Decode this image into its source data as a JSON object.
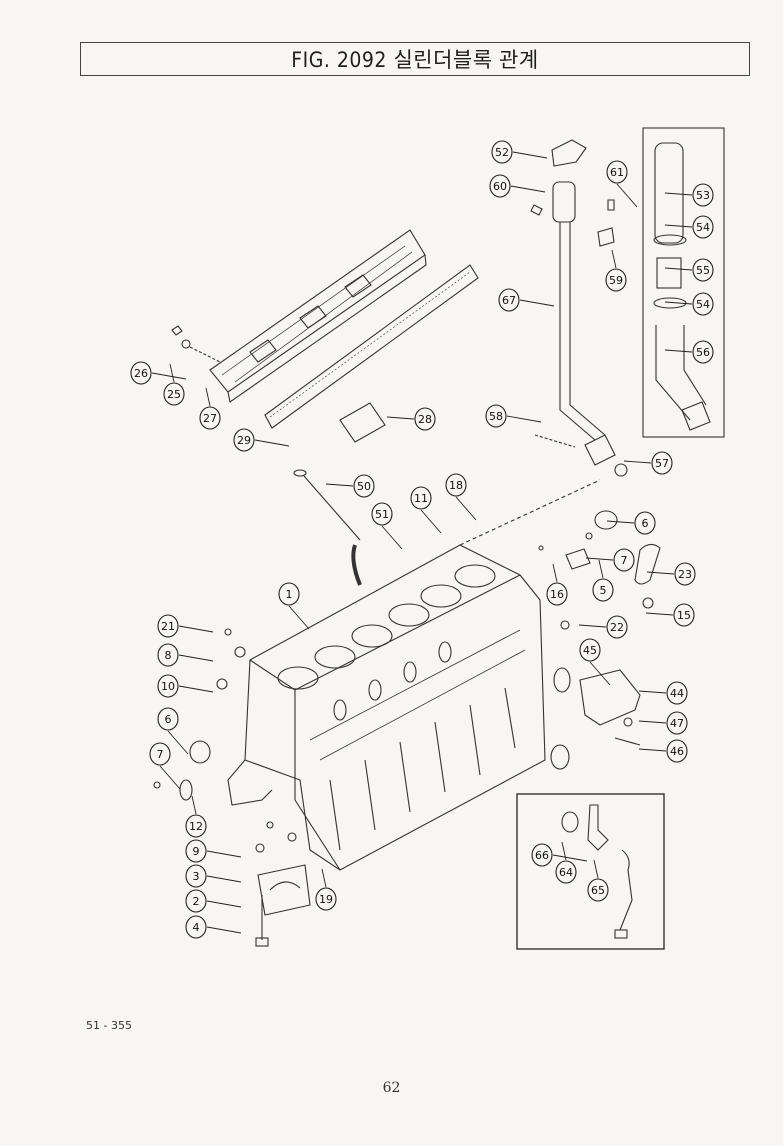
{
  "header": {
    "title": "FIG. 2092 실린더블록 관계"
  },
  "callouts": [
    "1",
    "2",
    "3",
    "4",
    "5",
    "6",
    "7",
    "8",
    "9",
    "10",
    "11",
    "12",
    "15",
    "16",
    "18",
    "19",
    "21",
    "22",
    "23",
    "25",
    "26",
    "27",
    "28",
    "29",
    "44",
    "45",
    "46",
    "47",
    "50",
    "51",
    "52",
    "53",
    "54",
    "55",
    "56",
    "57",
    "58",
    "59",
    "60",
    "61",
    "64",
    "65",
    "66",
    "67"
  ],
  "footer": {
    "code": "51 - 355",
    "page_number": "62"
  }
}
